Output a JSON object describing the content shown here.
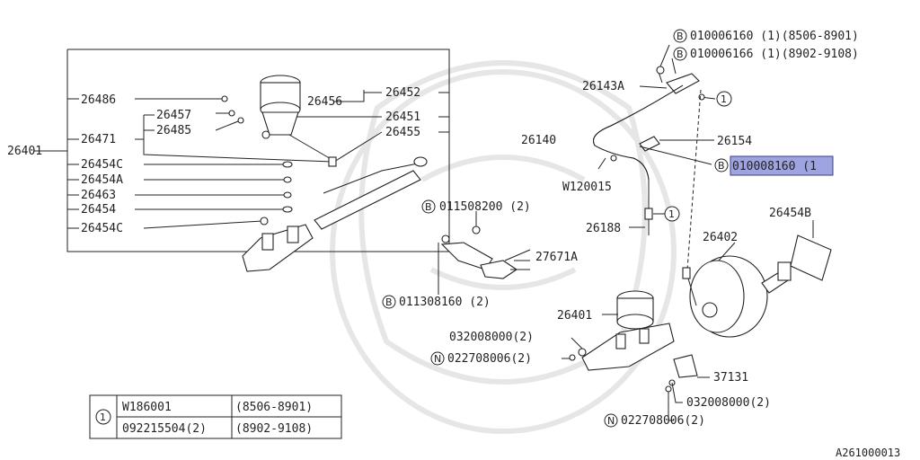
{
  "labels": {
    "l26486": "26486",
    "l26457": "26457",
    "l26485": "26485",
    "l26471": "26471",
    "l26401_left": "26401",
    "l26454C_top": "26454C",
    "l26454A": "26454A",
    "l26463": "26463",
    "l26454": "26454",
    "l26454C_bot": "26454C",
    "l26456": "26456",
    "l26452": "26452",
    "l26451": "26451",
    "l26455": "26455",
    "l011508200": "011508200 (2)",
    "l011308160": "011308160 (2)",
    "l27671A": "27671A",
    "l010006160": "010006160 (1)(8506-8901)",
    "l010006166": "010006166 (1)(8902-9108)",
    "l26143A": "26143A",
    "l26140": "26140",
    "l26154": "26154",
    "l010008160": "010008160 (1",
    "lW120015": "W120015",
    "l26188": "26188",
    "l26454B": "26454B",
    "l26402": "26402",
    "l26401_right": "26401",
    "l032008000_a": "032008000(2)",
    "l022708006_a": "022708006(2)",
    "l37131": "37131",
    "l032008000_b": "032008000(2)",
    "l022708006_b": "022708006(2)",
    "code": "A261000013"
  },
  "markers": {
    "B": "B",
    "N": "N",
    "one": "1"
  },
  "legend": {
    "marker": "1",
    "rows": [
      {
        "part": "W186001",
        "range": "(8506-8901)"
      },
      {
        "part": "092215504(2)",
        "range": "(8902-9108)"
      }
    ]
  },
  "highlight": {
    "color": "#9da4e0"
  }
}
